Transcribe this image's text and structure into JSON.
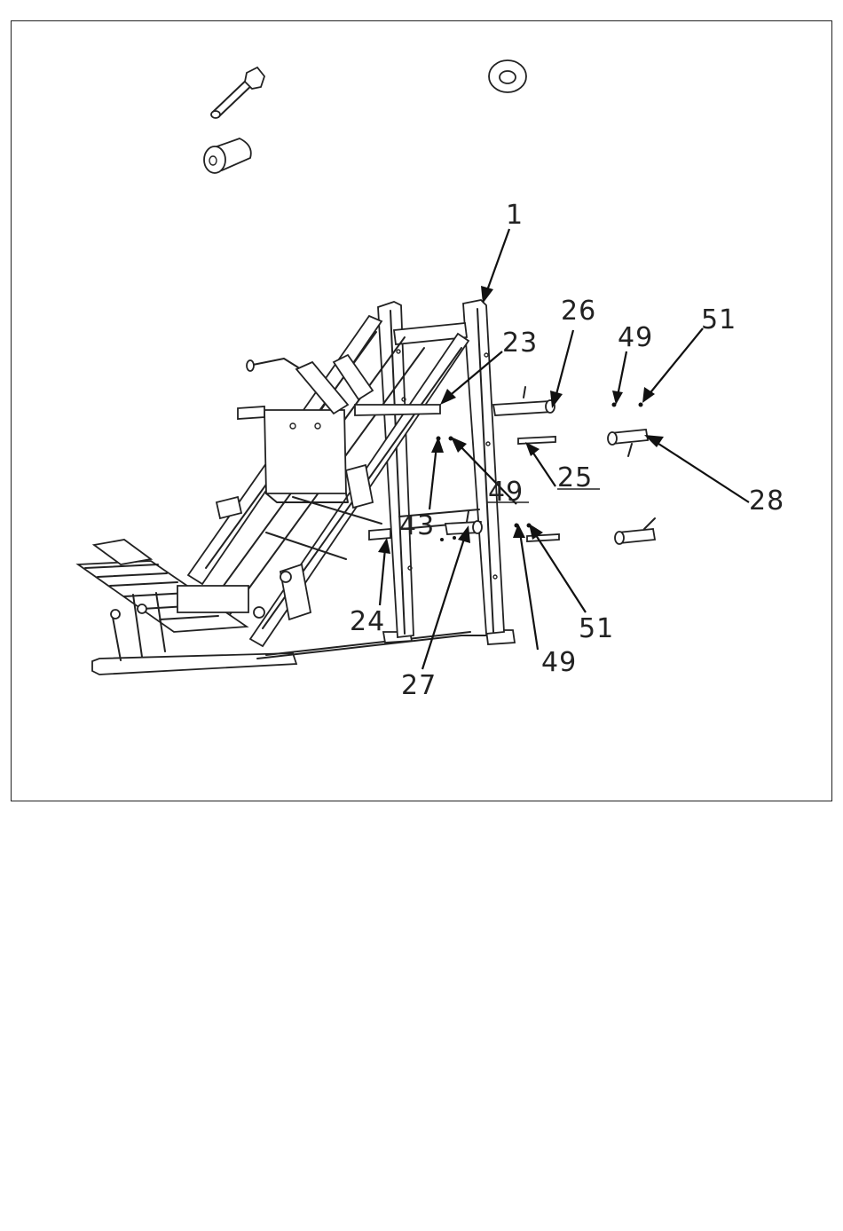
{
  "diagram": {
    "callouts": [
      {
        "id": "c1",
        "text": "1"
      },
      {
        "id": "c26",
        "text": "26"
      },
      {
        "id": "c23",
        "text": "23"
      },
      {
        "id": "c49a",
        "text": "49"
      },
      {
        "id": "c51a",
        "text": "51"
      },
      {
        "id": "c25",
        "text": "25"
      },
      {
        "id": "c49b",
        "text": "49"
      },
      {
        "id": "c43",
        "text": "43"
      },
      {
        "id": "c28",
        "text": "28"
      },
      {
        "id": "c24",
        "text": "24"
      },
      {
        "id": "c51b",
        "text": "51"
      },
      {
        "id": "c49c",
        "text": "49"
      },
      {
        "id": "c27",
        "text": "27"
      }
    ]
  }
}
